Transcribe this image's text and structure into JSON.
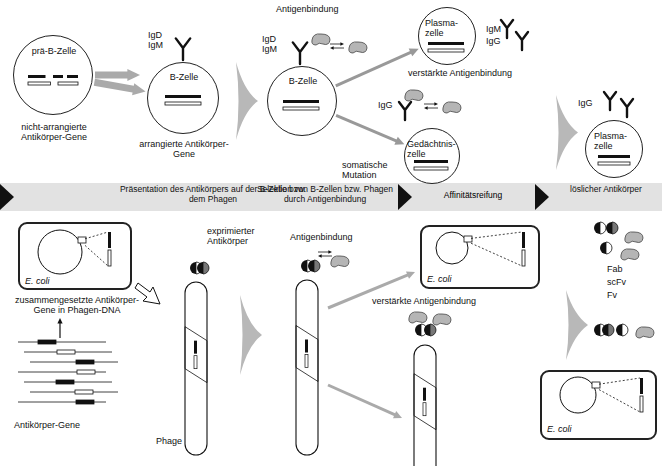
{
  "diagram": {
    "nodes": [
      {
        "text": [
          "prä-B-Zelle",
          "nicht-arrangierte Antikörper-Gene"
        ]
      },
      {
        "text": [
          "B-Zelle",
          "arrangierte Antikörper-Gene"
        ]
      },
      {
        "text": [
          "B-Zelle"
        ]
      },
      {
        "text": [
          "Plasma- zelle"
        ]
      },
      {
        "text": [
          "Gedächtnis- zelle"
        ]
      },
      {
        "text": [
          "Plasma- zelle"
        ]
      },
      {
        "text": [
          "Präsentation des Antikörpers auf der B-Zelle bzw. dem Phagen",
          "Selektion von B-Zellen bzw. Phagen durch Antigenbindung",
          "Affinitätsreifung",
          "löslicher Antikörper"
        ]
      },
      {
        "text": [
          "E. coli",
          "zusammengesetzte Antikörper-Gene in Phagen-DNA"
        ]
      },
      {
        "text": [
          "E. coli"
        ]
      },
      {
        "text": [
          "E. coli"
        ]
      }
    ],
    "edges": [
      {
        "from": 0,
        "to": 1,
        "arrow": "to"
      },
      {
        "from": 2,
        "to": 3,
        "arrow": "to"
      },
      {
        "from": 2,
        "to": 4,
        "arrow": "to"
      }
    ],
    "labels": [
      "IgD",
      "IgM",
      "Antigenbindung",
      "IgD",
      "IgM",
      "IgM",
      "IgG",
      "verstärkte Antigenbindung",
      "somatische Mutation",
      "IgG",
      "IgG",
      "exprimierter Antikörper",
      "Antigenbindung",
      "verstärkte Antigenbindung",
      "Fab",
      "scFv",
      "Fv",
      "Phage",
      "Antikörper-Gene"
    ]
  }
}
